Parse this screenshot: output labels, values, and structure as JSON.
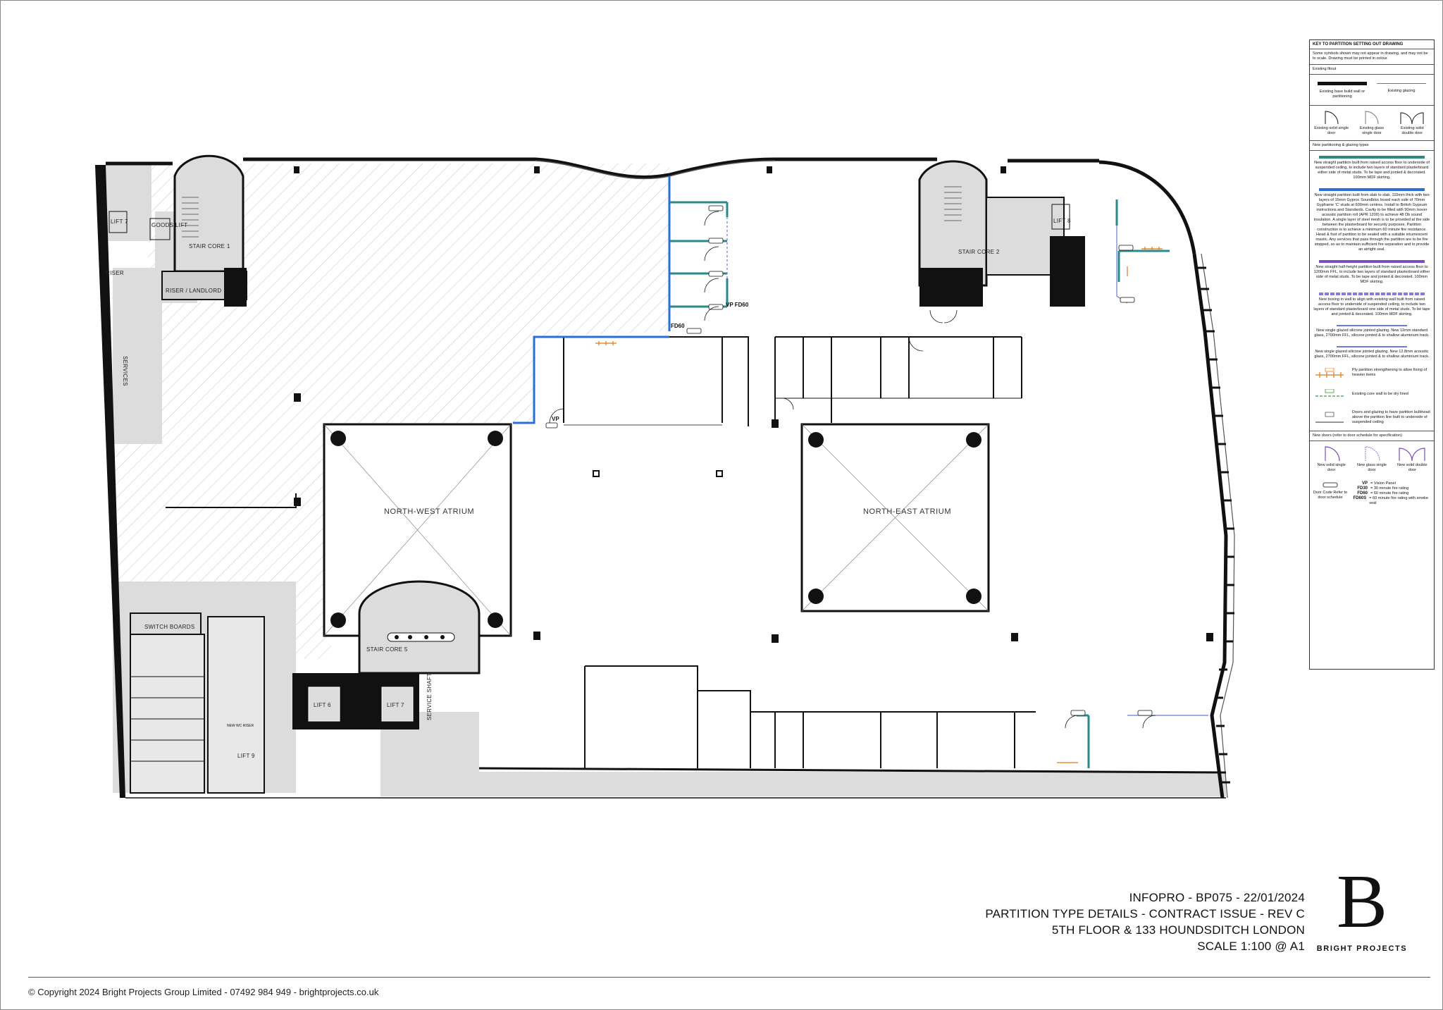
{
  "drawing": {
    "rooms": {
      "lift_7": "LIFT 7",
      "goods_lift": "GOODS LIFT",
      "stair_core_1": "STAIR CORE 1",
      "riser": "RISER",
      "riser_landlord": "RISER / LANDLORD",
      "services": "SERVICES",
      "north_west_atrium": "NORTH-WEST ATRIUM",
      "north_east_atrium": "NORTH-EAST ATRIUM",
      "stair_core_2": "STAIR CORE 2",
      "lift_8": "LIFT 8",
      "switch_boards": "SWITCH BOARDS",
      "stair_core_5": "STAIR CORE 5",
      "lift_6": "LIFT 6",
      "lift_7b": "LIFT 7",
      "lift_9": "LIFT 9",
      "service_shaft": "SERVICE SHAFT",
      "new_wc_riser": "NEW WC RISER"
    },
    "door_tags": {
      "vp_fd60": "VP FD60",
      "fd60": "FD60",
      "vp": "VP"
    },
    "colors": {
      "teal": "#2a8a88",
      "blue": "#2a6fd6",
      "purple": "#7a4ec0",
      "lilac": "#8a7ad8",
      "orange": "#e07a1a",
      "green": "#3a9a3a",
      "wall": "#111111",
      "core_grey": "#d8d8d8",
      "hatch": "#c8c8c8"
    }
  },
  "legend": {
    "title": "KEY TO PARTITION SETTING OUT DRAWING",
    "note": "Some symbols shown may not appear in drawing, and may not be to scale. Drawing must be printed in colour.",
    "existing_fitout": "Existing fitout",
    "existing_wall": "Existing base build wall or partitioning",
    "existing_glazing": "Existing glazing",
    "existing_solid_single": "Existing solid single door",
    "existing_glass_single": "Existing glass single door",
    "existing_solid_double": "Existing solid double door",
    "new_types_heading": "New partitioning & glazing types",
    "type_teal": "New straight partition built from raised access floor to underside of suspended ceiling, to include two layers of standard plasterboard either side of metal studs. To be tape and jointed & decorated. 100mm MDF skirting.",
    "type_blue": "New straight partition built from slab to slab, 110mm thick with two layers of 15mm Gyproc Soundbloc board each side of 70mm Gypframe 'C' studs at 600mm centres. Install to British Gypsum instructions and Standards. Cavity to be filled with 50mm Isover acoustic partition roll (APR 1200) to achieve 48 Db sound insulation. A single layer of steel mesh is to be provided at the side between the plasterboard for security purposes. Partition construction is to achieve a minimum 60 minute fire resistance. Head & foot of partition to be sealed with a suitable intumescent mastic. Any services that pass through the partition are to be fire stopped, so as to maintain sufficient fire separation and to provide an airtight seal.",
    "type_purple": "New straight half-height partition built from raised access floor to 1200mm FFL, to include two layers of standard plasterboard either side of metal studs. To be tape and jointed & decorated. 100mm MDF skirting.",
    "type_lilac": "New boxing in wall to align with existing wall built from raised access floor to underside of suspended ceiling, to include two layers of standard plasterboard one side of metal studs. To be tape and jointed & decorated. 100mm MDF skirting.",
    "glaze_1": "New single glazed silicone jointed glazing. New 12mm standard glass, 2700mm FFL, silicone jointed & to shallow aluminium track.",
    "glaze_2": "New single glazed silicone jointed glazing. New 12.8mm acoustic glass, 2700mm FFL, silicone jointed & to shallow aluminium track.",
    "ply": "Ply partition strengthening to allow fixing of heavier items",
    "core_wall": "Existing core wall to be dry lined",
    "doors_glazing": "Doors and glazing to have partition bulkhead above the partition line built to underside of suspended ceiling",
    "new_doors_heading": "New doors (refer to door schedule for specification)",
    "new_solid_single": "New solid single door",
    "new_glass_single": "New glass single door",
    "new_solid_double": "New solid double door",
    "door_code": "Door Code Refer to door schedule",
    "codes": [
      {
        "code": "VP",
        "desc": "= Vision Panel"
      },
      {
        "code": "FD30",
        "desc": "= 30 minute fire rating"
      },
      {
        "code": "FD60",
        "desc": "= 60 minute fire rating"
      },
      {
        "code": "FD60S",
        "desc": "= 60 minute fire rating with smoke seal"
      }
    ]
  },
  "title_block": {
    "line1": "INFOPRO - BP075 - 22/01/2024",
    "line2": "PARTITION TYPE DETAILS - CONTRACT ISSUE - REV C",
    "line3": "5TH FLOOR & 133 HOUNDSDITCH LONDON",
    "line4": "SCALE 1:100 @ A1"
  },
  "logo": {
    "mark": "B",
    "name": "BRIGHT PROJECTS"
  },
  "footer": {
    "copyright": "© Copyright 2024  Bright Projects Group Limited - 07492 984 949 - brightprojects.co.uk"
  }
}
